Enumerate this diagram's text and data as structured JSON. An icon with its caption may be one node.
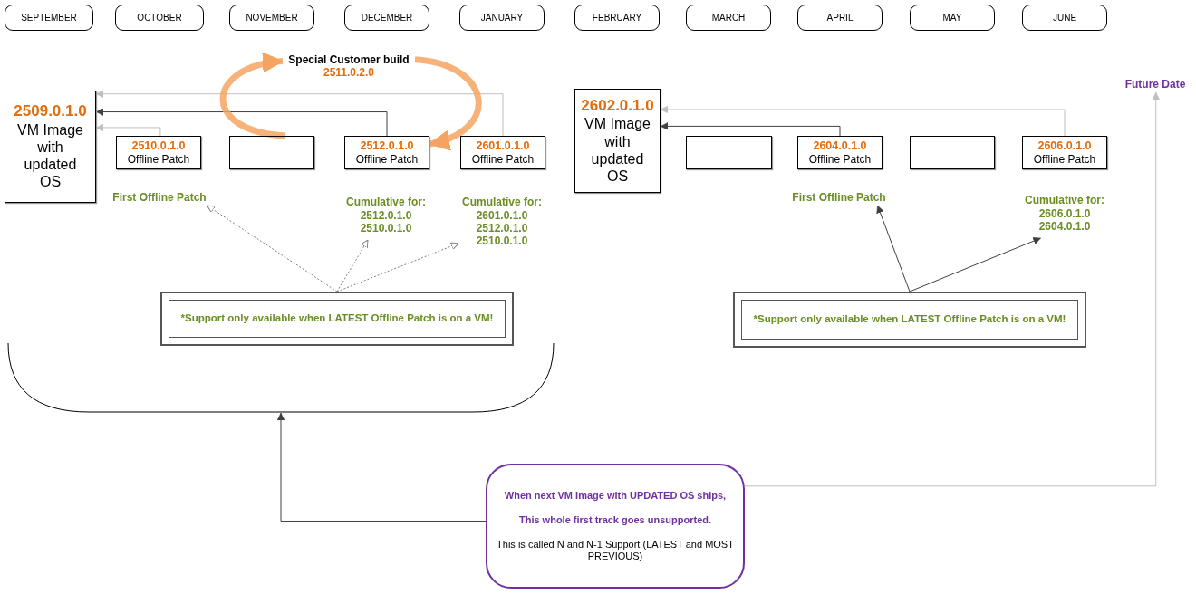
{
  "diagram": {
    "nodes": [
      {
        "text": [
          "SEPTEMBER"
        ]
      },
      {
        "text": [
          "OCTOBER"
        ]
      },
      {
        "text": [
          "NOVEMBER"
        ]
      },
      {
        "text": [
          "DECEMBER"
        ]
      },
      {
        "text": [
          "JANUARY"
        ]
      },
      {
        "text": [
          "FEBRUARY"
        ]
      },
      {
        "text": [
          "MARCH"
        ]
      },
      {
        "text": [
          "APRIL"
        ]
      },
      {
        "text": [
          "MAY"
        ]
      },
      {
        "text": [
          "JUNE"
        ]
      },
      {
        "text": [
          "2509.0.1.0",
          "VM Image with updated OS"
        ]
      },
      {
        "text": [
          "2510.0.1.0",
          "Offline Patch"
        ]
      },
      {
        "text": [],
        "shape": "box"
      },
      {
        "text": [
          "2512.0.1.0",
          "Offline Patch"
        ]
      },
      {
        "text": [
          "2601.0.1.0",
          "Offline Patch"
        ]
      },
      {
        "text": [
          "Special Customer build",
          "2511.0.2.0"
        ]
      },
      {
        "text": [
          "First Offline Patch"
        ]
      },
      {
        "text": [
          "Cumulative for:",
          "2512.0.1.0",
          "2510.0.1.0"
        ]
      },
      {
        "text": [
          "Cumulative for:",
          "2601.0.1.0",
          "2512.0.1.0",
          "2510.0.1.0"
        ]
      },
      {
        "text": [
          "*Support only available when LATEST Offline Patch is on a VM!"
        ]
      },
      {
        "text": [],
        "shape": "arc"
      },
      {
        "text": [
          "2602.0.1.0",
          "VM Image with updated OS"
        ]
      },
      {
        "text": [],
        "shape": "box"
      },
      {
        "text": [
          "2604.0.1.0",
          "Offline Patch"
        ]
      },
      {
        "text": [],
        "shape": "box"
      },
      {
        "text": [
          "2606.0.1.0",
          "Offline Patch"
        ]
      },
      {
        "text": [
          "First Offline Patch"
        ]
      },
      {
        "text": [
          "Cumulative for:",
          "2606.0.1.0",
          "2604.0.1.0"
        ]
      },
      {
        "text": [
          "*Support only available when LATEST Offline Patch is on a VM!"
        ]
      },
      {
        "text": [
          "Future Date"
        ]
      },
      {
        "text": [
          "When next VM Image with UPDATED OS ships,",
          "This whole first track goes unsupported.",
          "This is called N and N-1 Support (LATEST and MOST PREVIOUS)"
        ]
      }
    ],
    "edges": [
      {
        "from": 11,
        "to": 10,
        "arrow": "to",
        "color": "#bfbfbf"
      },
      {
        "from": 13,
        "to": 10,
        "arrow": "to"
      },
      {
        "from": 14,
        "to": 10,
        "arrow": "to",
        "color": "#bfbfbf"
      },
      {
        "from": 12,
        "to": 15,
        "arrow": "to",
        "style": "thick",
        "color": "#f4a460"
      },
      {
        "from": 15,
        "to": 13,
        "arrow": "to",
        "style": "thick",
        "color": "#f4a460"
      },
      {
        "from": 19,
        "to": 16,
        "arrow": "to",
        "style": "dashed"
      },
      {
        "from": 19,
        "to": 17,
        "arrow": "to",
        "style": "dashed"
      },
      {
        "from": 19,
        "to": 18,
        "arrow": "to",
        "style": "dashed"
      },
      {
        "from": 23,
        "to": 21,
        "arrow": "to"
      },
      {
        "from": 25,
        "to": 21,
        "arrow": "to",
        "color": "#bfbfbf"
      },
      {
        "from": 28,
        "to": 26,
        "arrow": "to"
      },
      {
        "from": 28,
        "to": 27,
        "arrow": "to"
      },
      {
        "from": 30,
        "to": 20,
        "arrow": "to"
      },
      {
        "from": 30,
        "to": 29,
        "arrow": "to",
        "color": "#bfbfbf"
      }
    ]
  }
}
